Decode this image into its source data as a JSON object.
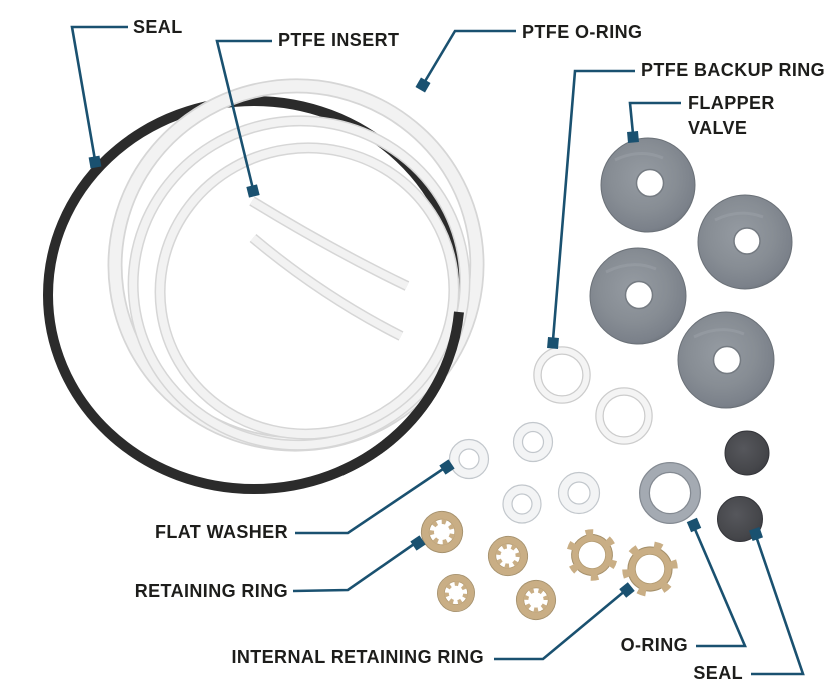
{
  "figure": {
    "description": "Exploded parts diagram of a seal repair kit with labeled components"
  },
  "labels": {
    "seal_top": {
      "text": "SEAL"
    },
    "ptfe_insert": {
      "text": "PTFE INSERT"
    },
    "ptfe_o_ring": {
      "text": "PTFE O-RING"
    },
    "ptfe_backup_ring": {
      "text": "PTFE BACKUP RING"
    },
    "flapper_valve": {
      "text": "FLAPPER VALVE"
    },
    "flat_washer": {
      "text": "FLAT WASHER"
    },
    "retaining_ring": {
      "text": "RETAINING RING"
    },
    "internal_retaining_ring": {
      "text": "INTERNAL RETAINING RING"
    },
    "o_ring": {
      "text": "O-RING"
    },
    "seal_bottom": {
      "text": "SEAL"
    }
  },
  "colors": {
    "background": "#ffffff",
    "text": "#1d1d1b",
    "leader": "#1a5170",
    "seal_ring": "#2b2b2b",
    "ptfe_white": "#f2f2f2",
    "ptfe_outline": "#d6d6d6",
    "flapper_gray": "#878d94",
    "flapper_dark": "#6a7077",
    "seal_disc": "#46474b",
    "oring_gray": "#a4aab2",
    "brass": "#c9ae85",
    "brass_dark": "#a5906b",
    "washer_white": "#f3f4f5",
    "washer_outline": "#c2c7cc"
  }
}
